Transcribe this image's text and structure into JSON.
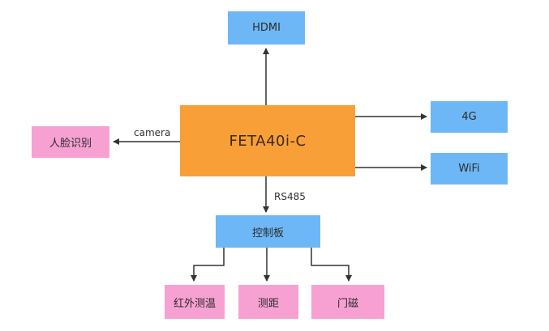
{
  "nodes": {
    "main": "FETA40i-C",
    "hdmi": "HDMI",
    "g4": "4G",
    "wifi": "WiFi",
    "face": "人脸识别",
    "control": "控制板",
    "infrared": "红外测温",
    "distance": "测距",
    "door": "门磁"
  },
  "edges": {
    "camera": "camera",
    "rs485": "RS485"
  },
  "colors": {
    "main": "#f99f37",
    "peripheral": "#6db7f7",
    "function": "#f7a1d3",
    "arrow": "#333333"
  }
}
